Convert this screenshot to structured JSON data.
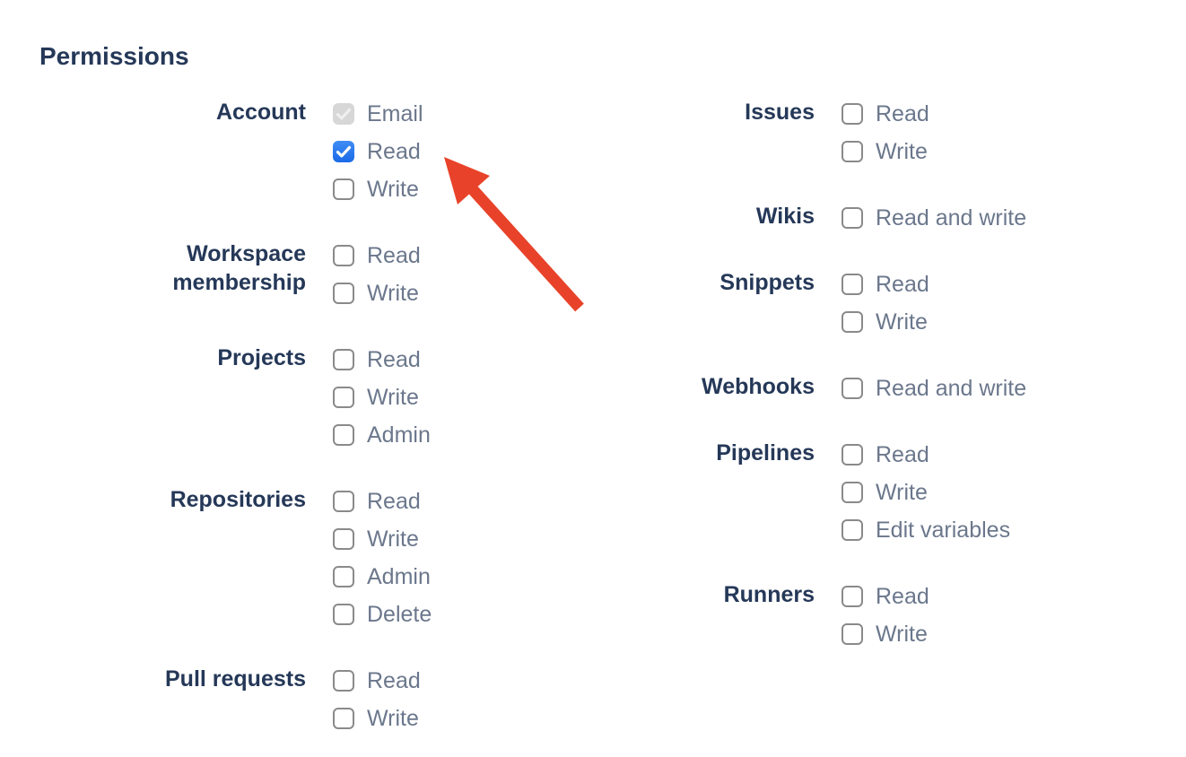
{
  "permissions": {
    "heading": "Permissions",
    "columns": [
      {
        "groups": [
          {
            "label": "Account",
            "options": [
              {
                "label": "Email",
                "state": "disabled-checked"
              },
              {
                "label": "Read",
                "state": "checked"
              },
              {
                "label": "Write",
                "state": "unchecked"
              }
            ]
          },
          {
            "label": "Workspace membership",
            "options": [
              {
                "label": "Read",
                "state": "unchecked"
              },
              {
                "label": "Write",
                "state": "unchecked"
              }
            ]
          },
          {
            "label": "Projects",
            "options": [
              {
                "label": "Read",
                "state": "unchecked"
              },
              {
                "label": "Write",
                "state": "unchecked"
              },
              {
                "label": "Admin",
                "state": "unchecked"
              }
            ]
          },
          {
            "label": "Repositories",
            "options": [
              {
                "label": "Read",
                "state": "unchecked"
              },
              {
                "label": "Write",
                "state": "unchecked"
              },
              {
                "label": "Admin",
                "state": "unchecked"
              },
              {
                "label": "Delete",
                "state": "unchecked"
              }
            ]
          },
          {
            "label": "Pull requests",
            "options": [
              {
                "label": "Read",
                "state": "unchecked"
              },
              {
                "label": "Write",
                "state": "unchecked"
              }
            ]
          }
        ]
      },
      {
        "groups": [
          {
            "label": "Issues",
            "options": [
              {
                "label": "Read",
                "state": "unchecked"
              },
              {
                "label": "Write",
                "state": "unchecked"
              }
            ]
          },
          {
            "label": "Wikis",
            "options": [
              {
                "label": "Read and write",
                "state": "unchecked"
              }
            ]
          },
          {
            "label": "Snippets",
            "options": [
              {
                "label": "Read",
                "state": "unchecked"
              },
              {
                "label": "Write",
                "state": "unchecked"
              }
            ]
          },
          {
            "label": "Webhooks",
            "options": [
              {
                "label": "Read and write",
                "state": "unchecked"
              }
            ]
          },
          {
            "label": "Pipelines",
            "options": [
              {
                "label": "Read",
                "state": "unchecked"
              },
              {
                "label": "Write",
                "state": "unchecked"
              },
              {
                "label": "Edit variables",
                "state": "unchecked"
              }
            ]
          },
          {
            "label": "Runners",
            "options": [
              {
                "label": "Read",
                "state": "unchecked"
              },
              {
                "label": "Write",
                "state": "unchecked"
              }
            ]
          }
        ]
      }
    ]
  },
  "annotation": {
    "type": "arrow",
    "color": "#E8432A",
    "points_at": "Account Read checkbox"
  },
  "colors": {
    "heading_navy": "#253858",
    "option_gray": "#6B778C",
    "checkbox_border": "#8A8A8A",
    "checked_blue": "#2B7CE9",
    "disabled_gray": "#D7D7D7",
    "arrow_red": "#E8432A"
  }
}
